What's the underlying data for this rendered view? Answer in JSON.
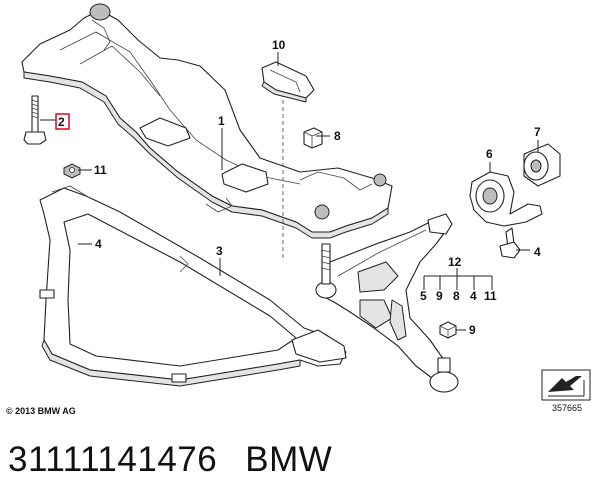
{
  "callouts": {
    "p1": "1",
    "p2": "2",
    "p3": "3",
    "p4a": "4",
    "p4b": "4",
    "p6": "6",
    "p7": "7",
    "p8": "8",
    "p9": "9",
    "p10": "10",
    "p11": "11",
    "p12": "12",
    "g5": "5",
    "g9": "9",
    "g8": "8",
    "g4": "4",
    "g11": "11"
  },
  "highlight_color": "#e0001b",
  "copyright": "© 2013 BMW AG",
  "image_number": "357665",
  "caption": {
    "part_number": "31111141476",
    "brand": "BMW"
  }
}
